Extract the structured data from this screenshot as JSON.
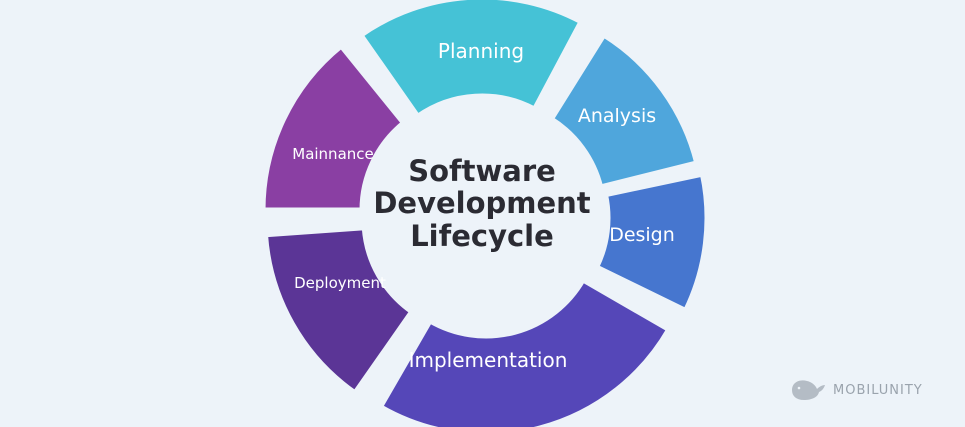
{
  "diagram": {
    "center_title_lines": [
      "Software",
      "Development",
      "Lifecycle"
    ],
    "segments": [
      {
        "id": "planning",
        "label": "Planning",
        "color": "#45c2d6"
      },
      {
        "id": "analysis",
        "label": "Analysis",
        "color": "#4fa6dc"
      },
      {
        "id": "design",
        "label": "Design",
        "color": "#4676cf"
      },
      {
        "id": "implementation",
        "label": "Implementation",
        "color": "#5547b8"
      },
      {
        "id": "deployment",
        "label": "Deployment",
        "color": "#5b3596"
      },
      {
        "id": "maintenance",
        "label": "Mainnance",
        "color": "#8a3fa3"
      }
    ],
    "center_fill": "#edf3f9",
    "background": "#edf3f9"
  },
  "brand": {
    "logo_icon": "whale-icon",
    "name": "MOBILUNITY"
  }
}
